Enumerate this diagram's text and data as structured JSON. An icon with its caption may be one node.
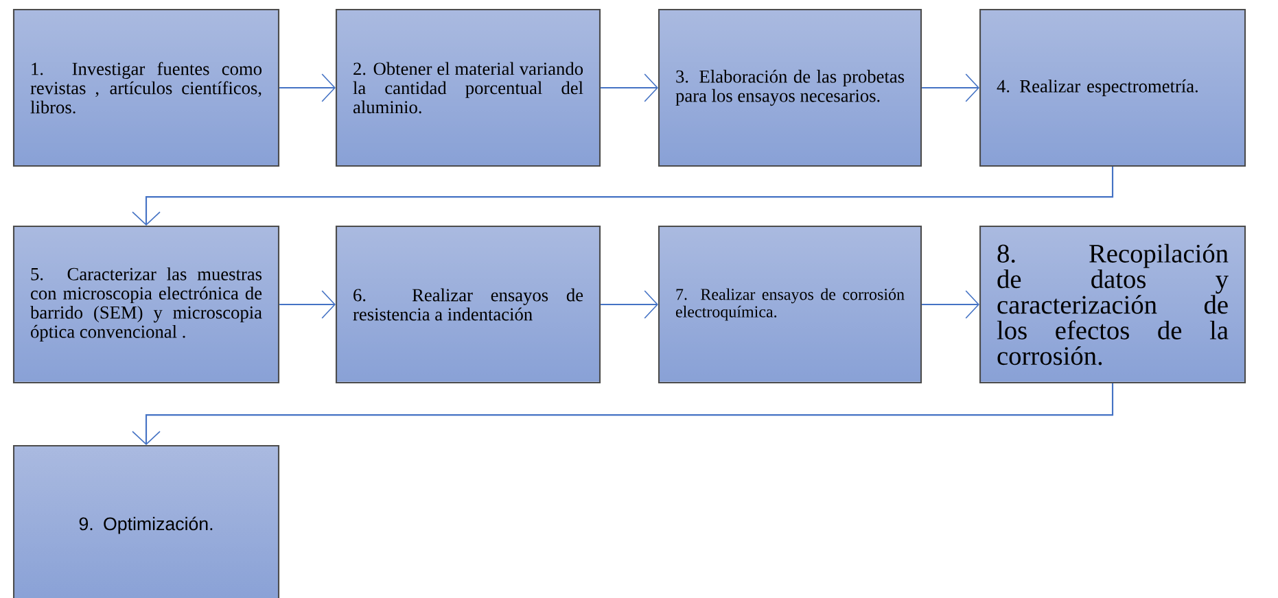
{
  "diagram": {
    "nodes": [
      {
        "text": [
          "1. Investigar fuentes como revistas , artículos científicos, libros."
        ]
      },
      {
        "text": [
          "2. Obtener el material variando la cantidad porcentual del aluminio."
        ]
      },
      {
        "text": [
          "3. Elaboración de las probetas para los ensayos necesarios."
        ]
      },
      {
        "text": [
          "4. Realizar espectrometría."
        ]
      },
      {
        "text": [
          "5. Caracterizar las muestras con microscopia electrónica de barrido (SEM) y microscopia óptica convencional ."
        ]
      },
      {
        "text": [
          "6. Realizar ensayos de resistencia a indentación"
        ]
      },
      {
        "text": [
          "7. Realizar ensayos de corrosión electroquímica."
        ]
      },
      {
        "text": [
          "8. Recopilación de datos y caracterización de los efectos de la corrosión."
        ]
      },
      {
        "text": [
          "9. Optimización."
        ]
      }
    ],
    "edges": [
      {
        "from": 0,
        "to": 1,
        "arrow": "to"
      },
      {
        "from": 1,
        "to": 2,
        "arrow": "to"
      },
      {
        "from": 2,
        "to": 3,
        "arrow": "to"
      },
      {
        "from": 3,
        "to": 4,
        "arrow": "to"
      },
      {
        "from": 4,
        "to": 5,
        "arrow": "to"
      },
      {
        "from": 5,
        "to": 6,
        "arrow": "to"
      },
      {
        "from": 6,
        "to": 7,
        "arrow": "to"
      },
      {
        "from": 7,
        "to": 8,
        "arrow": "to"
      }
    ]
  }
}
